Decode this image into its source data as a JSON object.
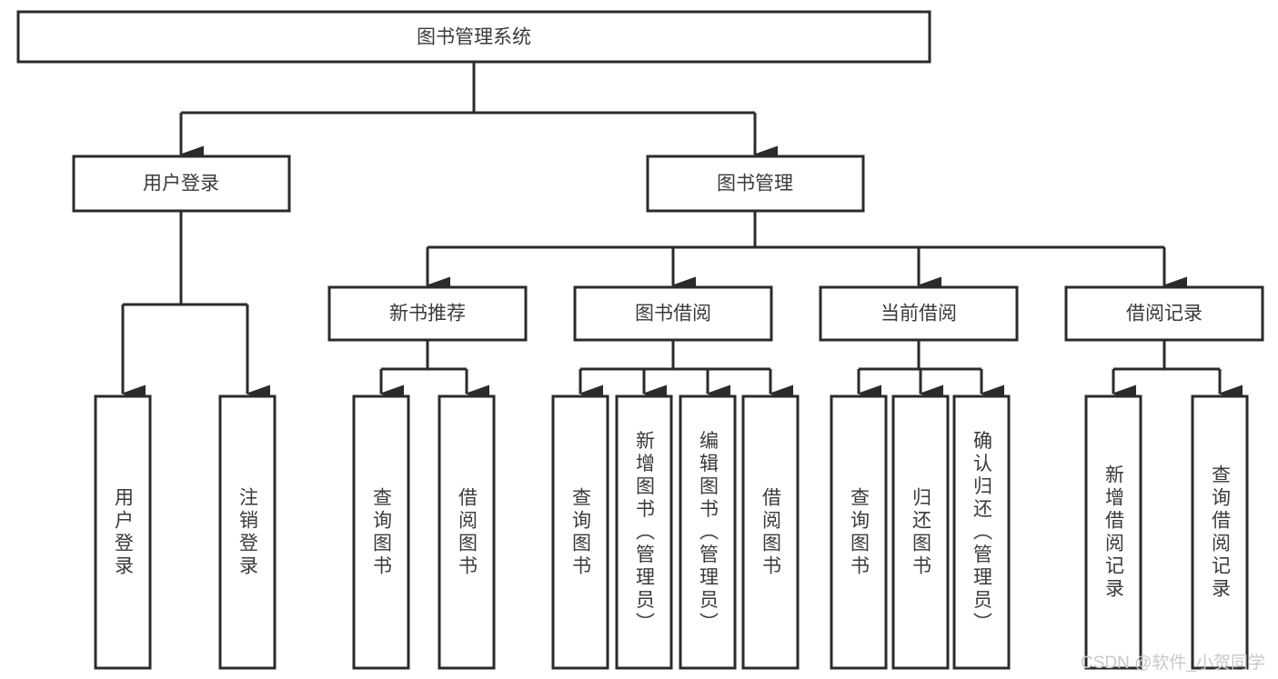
{
  "diagram": {
    "title": "图书管理系统",
    "type": "tree-hierarchy",
    "root": {
      "id": "root",
      "label": "图书管理系统"
    },
    "level1": [
      {
        "id": "user-login",
        "label": "用户登录"
      },
      {
        "id": "book-management",
        "label": "图书管理"
      }
    ],
    "level2": [
      {
        "id": "new-book-recommend",
        "label": "新书推荐",
        "parent": "book-management"
      },
      {
        "id": "book-borrow",
        "label": "图书借阅",
        "parent": "book-management"
      },
      {
        "id": "current-borrow",
        "label": "当前借阅",
        "parent": "book-management"
      },
      {
        "id": "borrow-record",
        "label": "借阅记录",
        "parent": "book-management"
      }
    ],
    "leaves": {
      "user-login": [
        {
          "id": "leaf-user-login",
          "label": "用户登录"
        },
        {
          "id": "leaf-user-logout",
          "label": "注销登录"
        }
      ],
      "new-book-recommend": [
        {
          "id": "leaf-query-book-1",
          "label": "查询图书"
        },
        {
          "id": "leaf-borrow-book-1",
          "label": "借阅图书"
        }
      ],
      "book-borrow": [
        {
          "id": "leaf-query-book-2",
          "label": "查询图书"
        },
        {
          "id": "leaf-add-book",
          "label": "新增图书（管理员）"
        },
        {
          "id": "leaf-edit-book",
          "label": "编辑图书（管理员）"
        },
        {
          "id": "leaf-borrow-book-2",
          "label": "借阅图书"
        }
      ],
      "current-borrow": [
        {
          "id": "leaf-query-book-3",
          "label": "查询图书"
        },
        {
          "id": "leaf-return-book",
          "label": "归还图书"
        },
        {
          "id": "leaf-confirm-return",
          "label": "确认归还（管理员）"
        }
      ],
      "borrow-record": [
        {
          "id": "leaf-add-record",
          "label": "新增借阅记录"
        },
        {
          "id": "leaf-query-record",
          "label": "查询借阅记录"
        }
      ]
    }
  },
  "watermark": {
    "label": "CSDN @软件_小贺同学"
  },
  "colors": {
    "stroke": "#2b2b2b",
    "box_fill": "#ffffff",
    "text": "#3a3a3a",
    "watermark": "#c9c9c9",
    "background": "#ffffff"
  }
}
